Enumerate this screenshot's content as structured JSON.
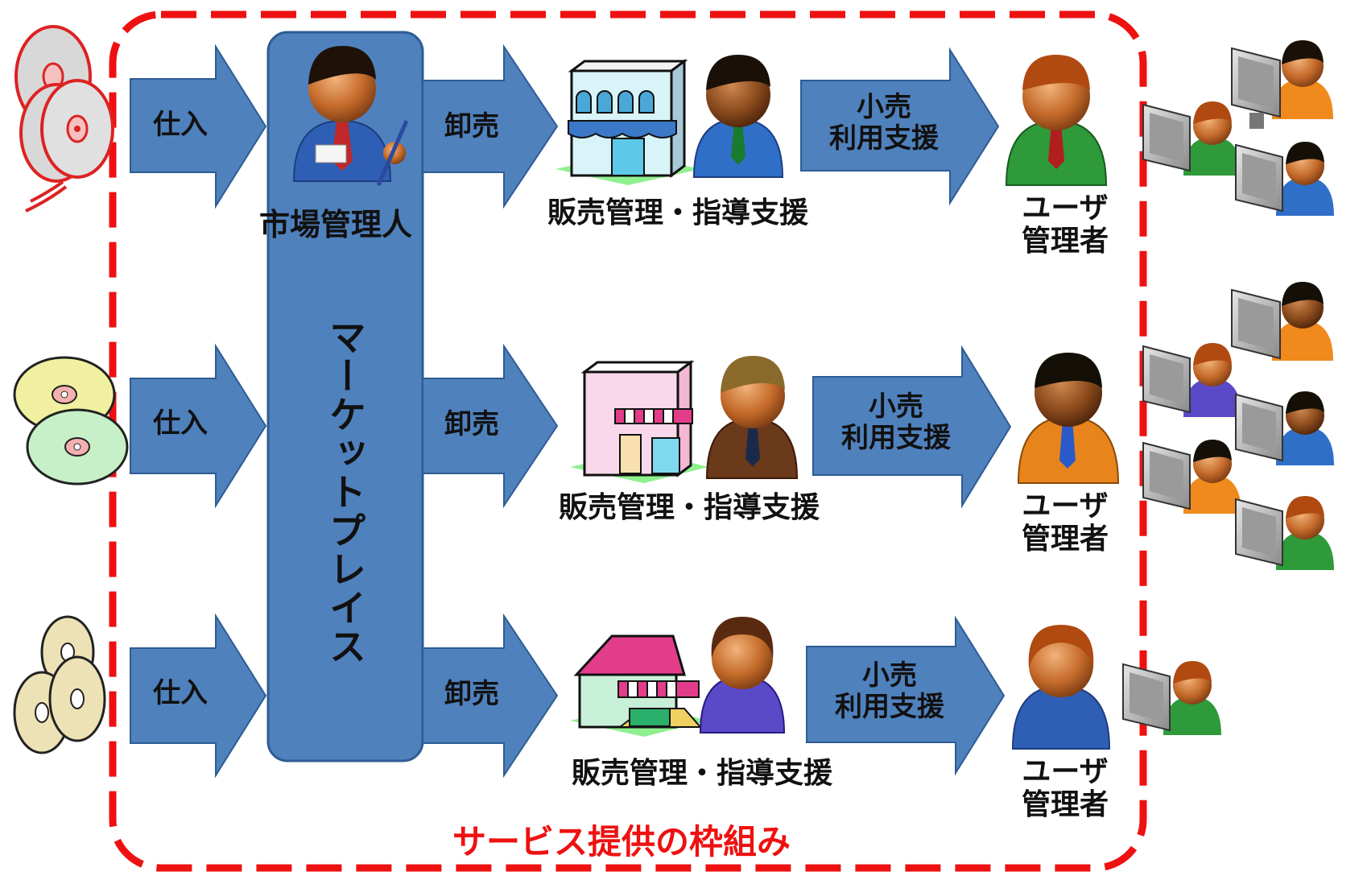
{
  "colors": {
    "arrow_fill": "#4f81bd",
    "arrow_stroke": "#2e5c93",
    "frame_dash": "#ee1111",
    "marketplace_fill": "#4f81bd"
  },
  "market_manager_label": "市場管理人",
  "marketplace_label": "マーケットプレイス",
  "framework_label": "サービス提供の枠組み",
  "rows": [
    {
      "disc_icon": "red-cd-stack-icon",
      "purchase_label": "仕入",
      "wholesale_label": "卸売",
      "shop_icon": "blue-store-icon",
      "shop_caption": "販売管理・指導支援",
      "retail_line1": "小売",
      "retail_line2": "利用支援",
      "admin_line1": "ユーザ",
      "admin_line2": "管理者"
    },
    {
      "disc_icon": "yellow-green-cd-icon",
      "purchase_label": "仕入",
      "wholesale_label": "卸売",
      "shop_icon": "pink-store-icon",
      "shop_caption": "販売管理・指導支援",
      "retail_line1": "小売",
      "retail_line2": "利用支援",
      "admin_line1": "ユーザ",
      "admin_line2": "管理者"
    },
    {
      "disc_icon": "beige-cd-stack-icon",
      "purchase_label": "仕入",
      "wholesale_label": "卸売",
      "shop_icon": "house-store-icon",
      "shop_caption": "販売管理・指導支援",
      "retail_line1": "小売",
      "retail_line2": "利用支援",
      "admin_line1": "ユーザ",
      "admin_line2": "管理者"
    }
  ]
}
